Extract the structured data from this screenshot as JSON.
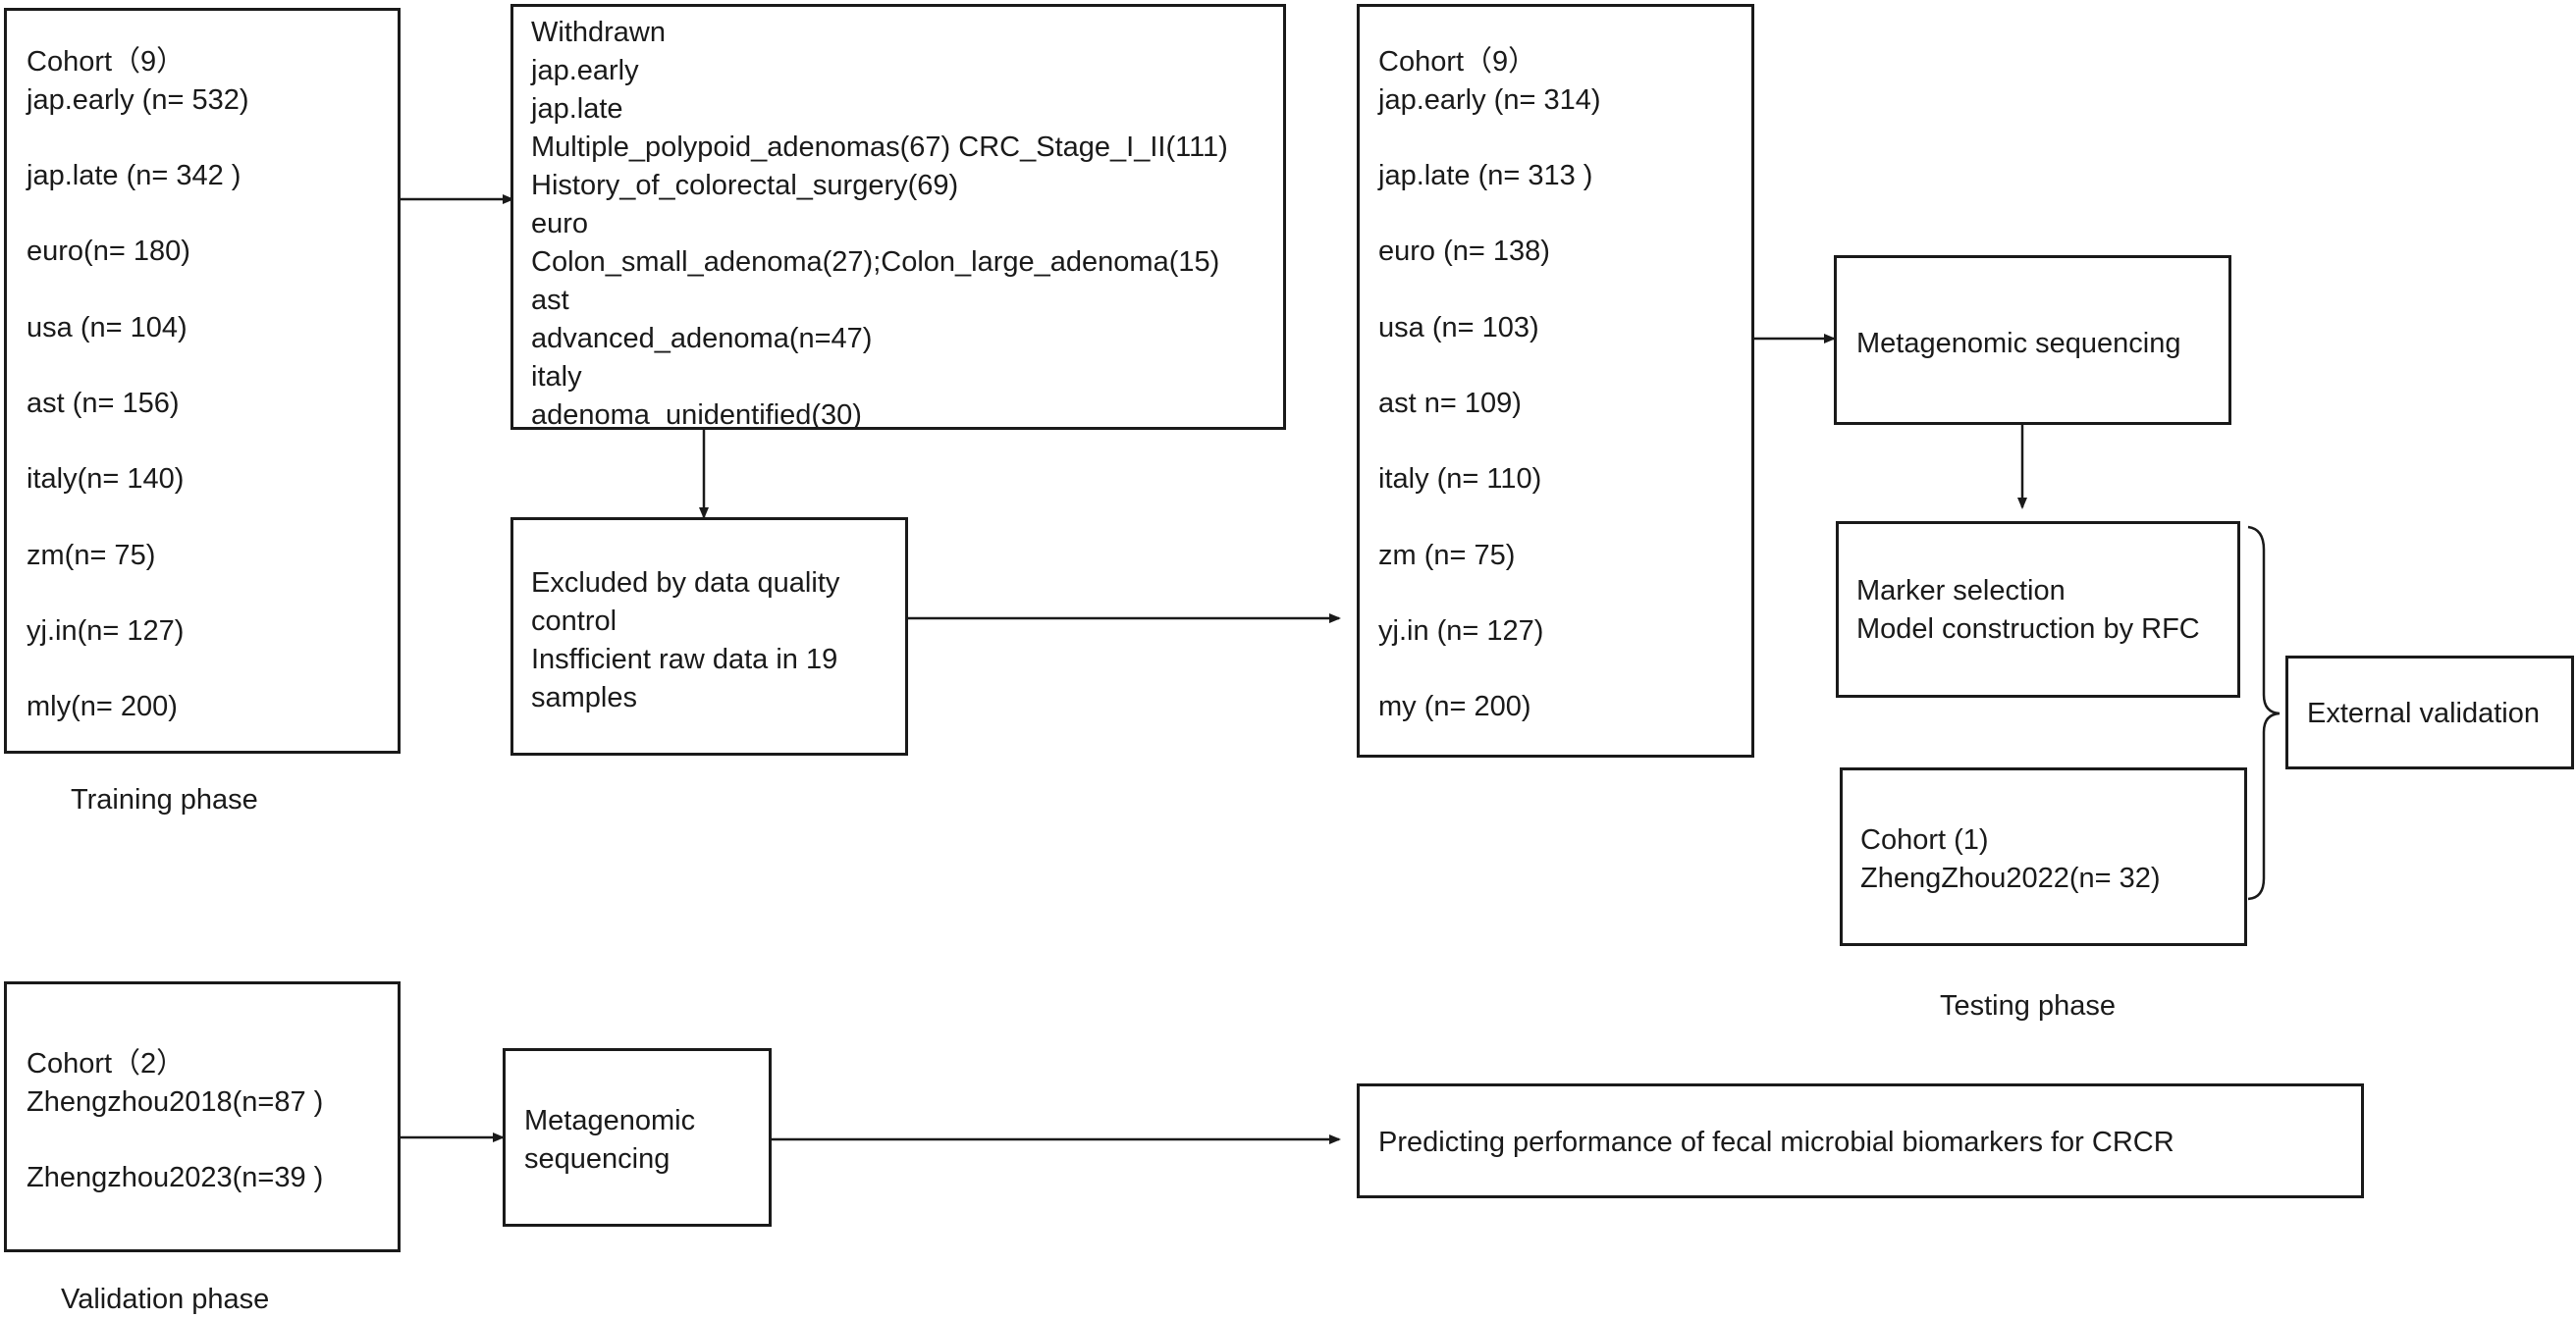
{
  "training": {
    "cohort": "Cohort（9）",
    "items": [
      "jap.early (n= 532)",
      "jap.late (n= 342 )",
      "euro(n= 180)",
      "usa (n= 104)",
      "ast (n= 156)",
      "italy(n= 140)",
      "zm(n= 75)",
      "yj.in(n= 127)",
      "mly(n= 200)"
    ],
    "phase_label": "Training phase"
  },
  "withdrawn": {
    "lines": [
      "Withdrawn",
      "jap.early",
      "jap.late",
      "Multiple_polypoid_adenomas(67) CRC_Stage_I_II(111)",
      "History_of_colorectal_surgery(69)",
      "euro",
      "Colon_small_adenoma(27);Colon_large_adenoma(15)",
      "ast",
      "advanced_adenoma(n=47)",
      "italy",
      "adenoma_unidentified(30)"
    ]
  },
  "excluded": {
    "lines": [
      "Excluded by data quality",
      "control",
      "Insfficient raw data in 19",
      "samples"
    ]
  },
  "testing": {
    "cohort": "Cohort（9）",
    "items": [
      "jap.early (n= 314)",
      "jap.late (n= 313  )",
      "euro (n= 138)",
      "usa (n= 103)",
      "ast n= 109)",
      "italy (n= 110)",
      "zm (n= 75)",
      "yj.in (n= 127)",
      "my (n= 200)"
    ],
    "phase_label": "Testing phase"
  },
  "metagenomic_top": "Metagenomic sequencing",
  "marker": {
    "lines": [
      "Marker selection",
      "Model construction by RFC"
    ]
  },
  "cohort1": {
    "lines": [
      "Cohort (1)",
      "ZhengZhou2022(n= 32)"
    ]
  },
  "external_validation": "External validation",
  "validation": {
    "cohort": "Cohort（2）",
    "items": [
      "Zhengzhou2018(n=87 )",
      "Zhengzhou2023(n=39 )"
    ],
    "phase_label": "Validation phase"
  },
  "metagenomic_bottom": {
    "lines": [
      "Metagenomic",
      "sequencing"
    ]
  },
  "predicting": "Predicting performance of fecal microbial biomarkers for CRCR"
}
